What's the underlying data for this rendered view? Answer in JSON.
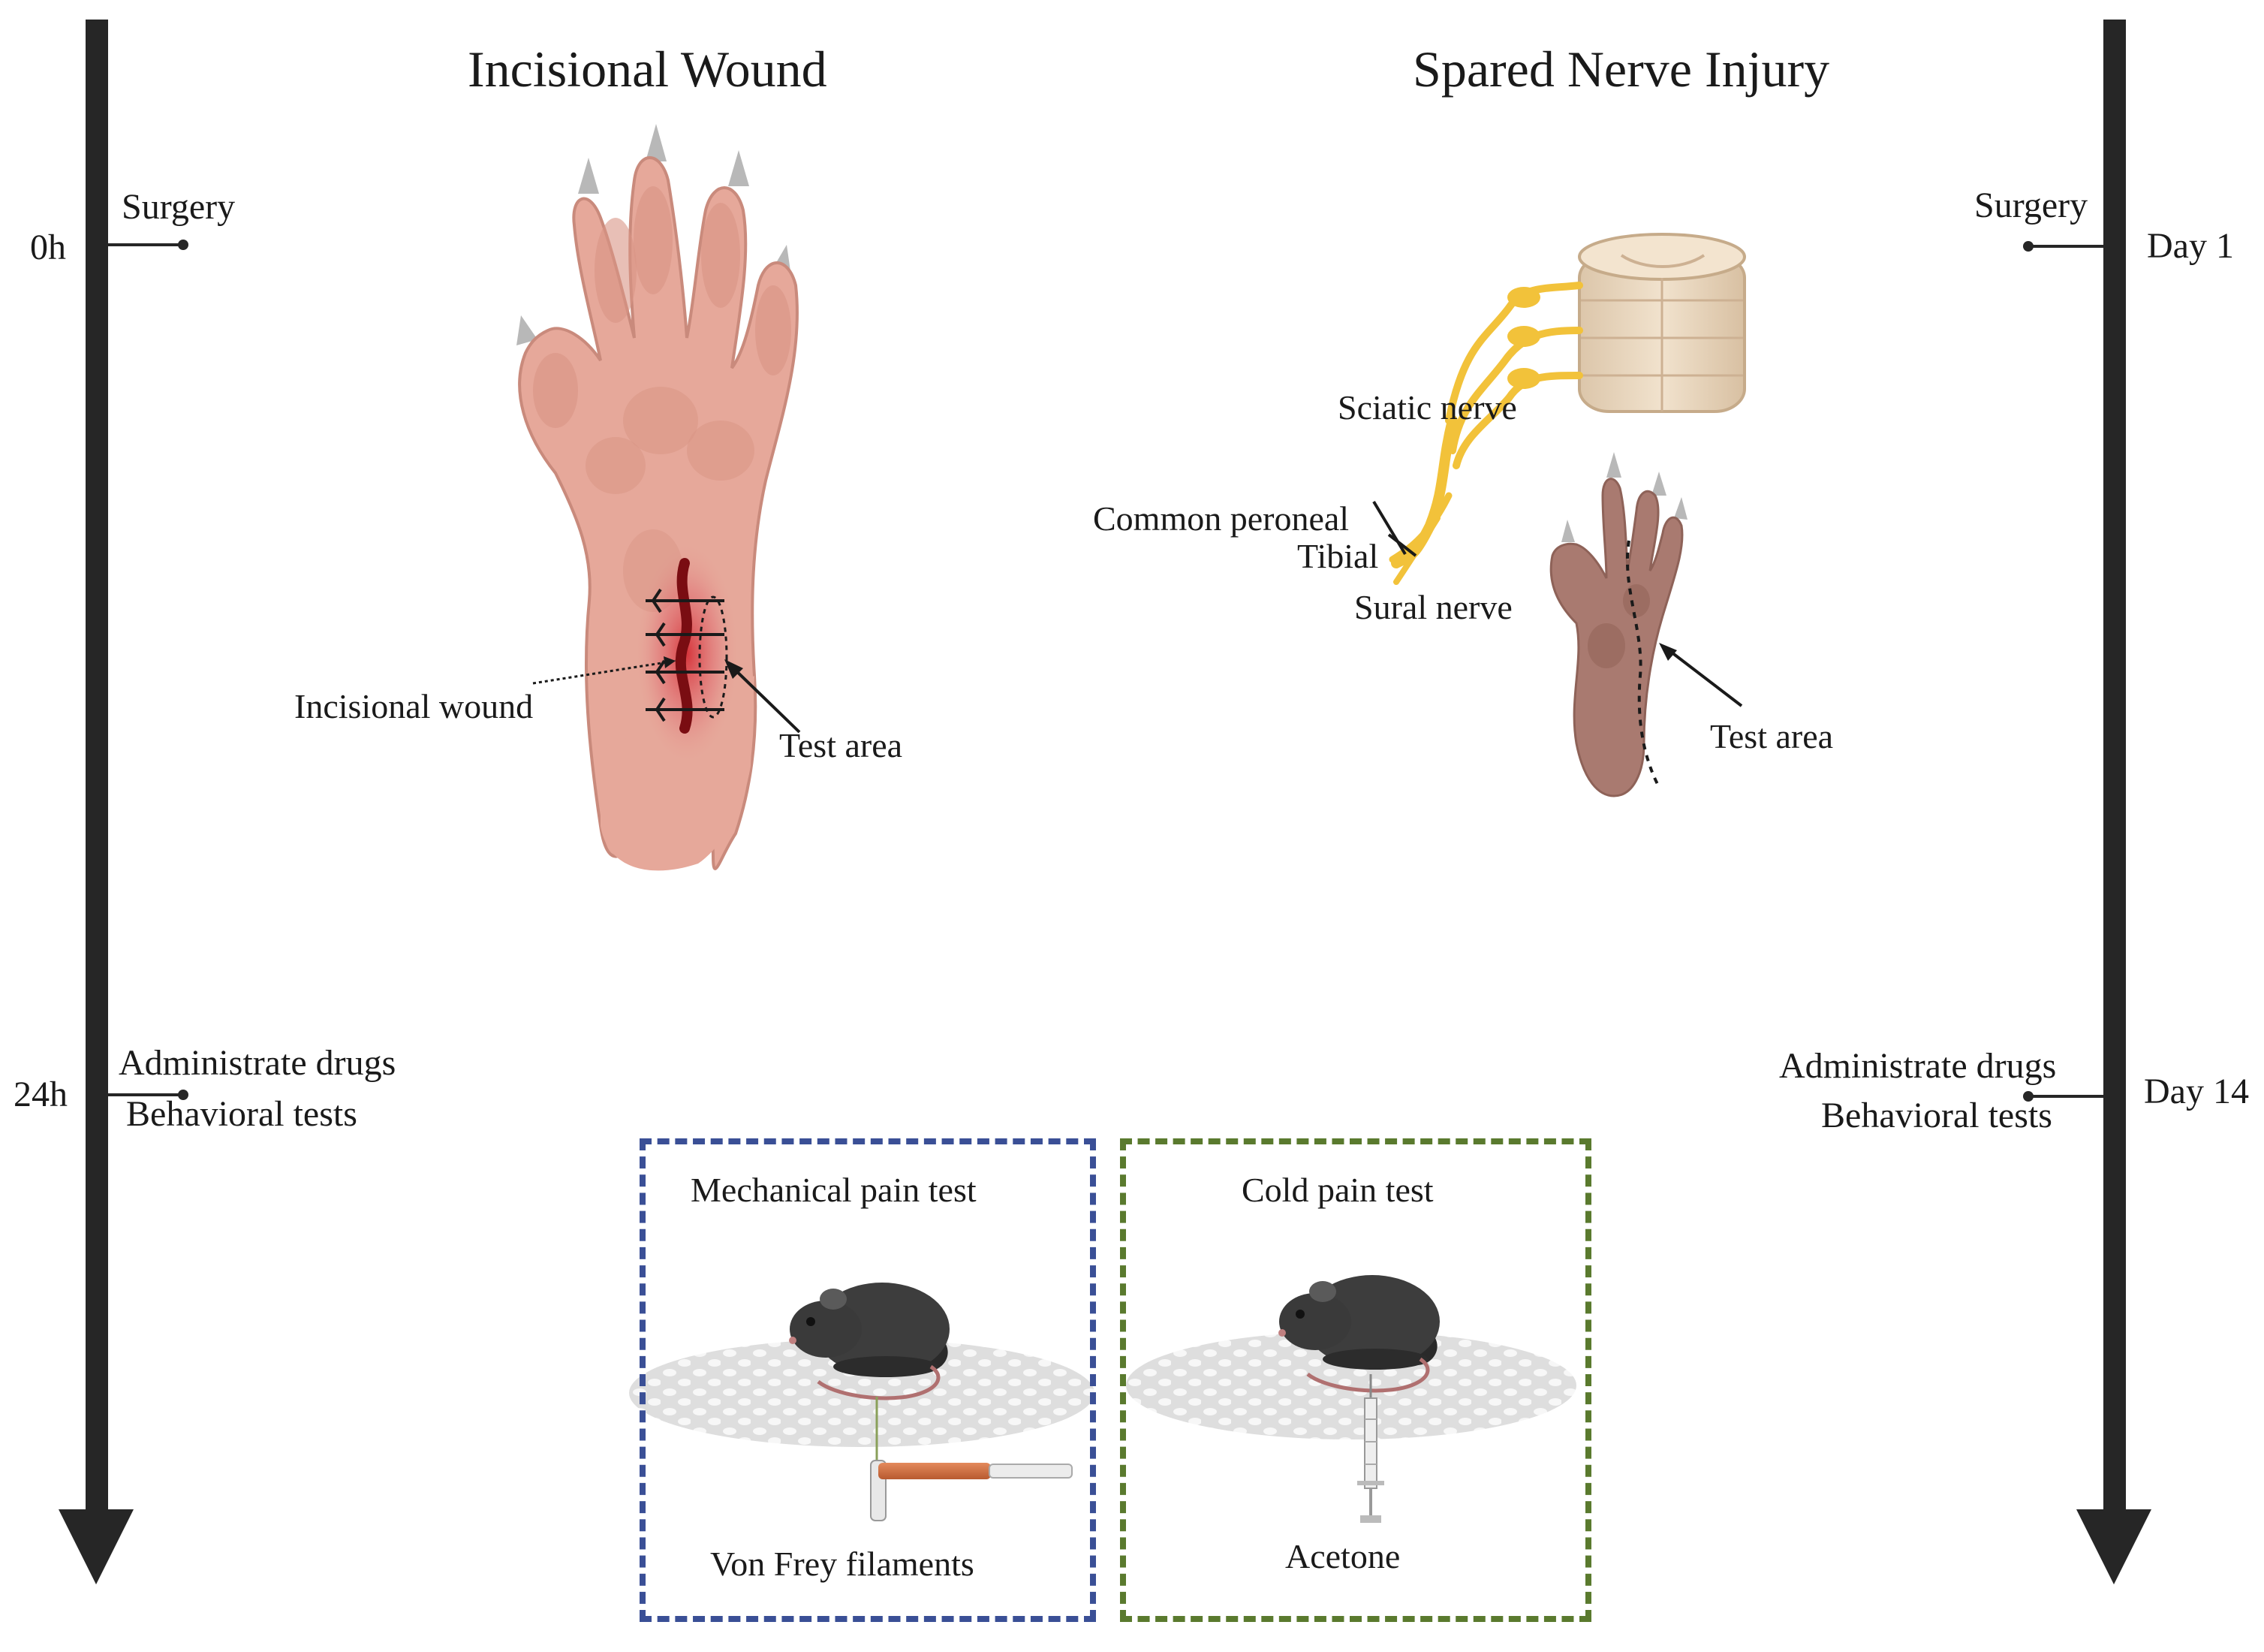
{
  "titles": {
    "left": "Incisional Wound",
    "right": "Spared Nerve Injury"
  },
  "left_timeline": {
    "events": [
      {
        "time": "0h",
        "label": "Surgery"
      },
      {
        "time": "24h",
        "label_1": "Administrate drugs",
        "label_2": "Behavioral tests"
      }
    ]
  },
  "right_timeline": {
    "events": [
      {
        "time": "Day 1",
        "label": "Surgery"
      },
      {
        "time": "Day 14",
        "label_1": "Administrate drugs",
        "label_2": "Behavioral tests"
      }
    ]
  },
  "incisional_panel": {
    "wound_label": "Incisional wound",
    "test_area_label": "Test area"
  },
  "sni_panel": {
    "sciatic_label": "Sciatic nerve",
    "common_peroneal_label": "Common peroneal",
    "tibial_label": "Tibial",
    "sural_label": "Sural nerve",
    "test_area_label": "Test area"
  },
  "tests": {
    "mechanical": {
      "title": "Mechanical pain test",
      "tool": "Von Frey filaments",
      "border_color": "#3a4f96"
    },
    "cold": {
      "title": "Cold pain test",
      "tool": "Acetone",
      "border_color": "#5a7a2e"
    }
  },
  "colors": {
    "timeline": "#262626",
    "paw": "#e6a89a",
    "paw_shadow": "#c98a7c",
    "wound": "#8b0f14",
    "nerve": "#f2c23a",
    "spinal_cord": "#ead7bf",
    "sni_paw": "#a97a70",
    "mouse": "#3d3d3d",
    "platform": "#dcdcdc"
  }
}
